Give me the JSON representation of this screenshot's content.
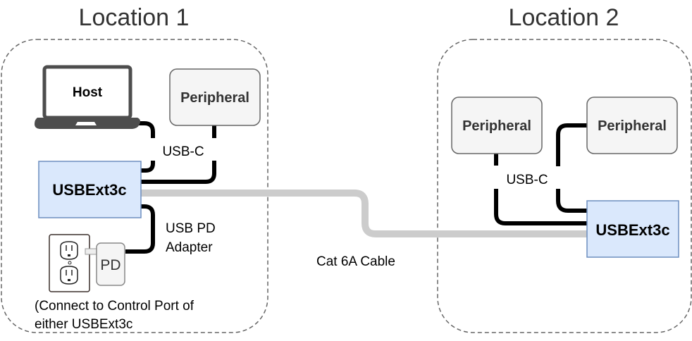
{
  "locations": [
    {
      "title": "Location 1"
    },
    {
      "title": "Location 2"
    }
  ],
  "location1": {
    "host_label": "Host",
    "peripheral_label": "Peripheral",
    "usbc_label": "USB-C",
    "extender_label": "USBExt3c",
    "pd_adapter_label_line1": "USB PD",
    "pd_adapter_label_line2": "Adapter",
    "pd_label": "PD",
    "note_line1": "(Connect to Control Port of",
    "note_line2": "either USBExt3c"
  },
  "location2": {
    "peripheral_left_label": "Peripheral",
    "peripheral_right_label": "Peripheral",
    "usbc_label": "USB-C",
    "extender_label": "USBExt3c"
  },
  "cable": {
    "label": "Cat 6A Cable"
  },
  "colors": {
    "extender_fill": "#dae8fc",
    "extender_stroke": "#6c8ebf",
    "peripheral_fill": "#f5f5f5",
    "peripheral_stroke": "#666666",
    "cat6_cable": "#cccccc",
    "usb_cable": "#000000",
    "laptop": "#4d4d4d"
  }
}
